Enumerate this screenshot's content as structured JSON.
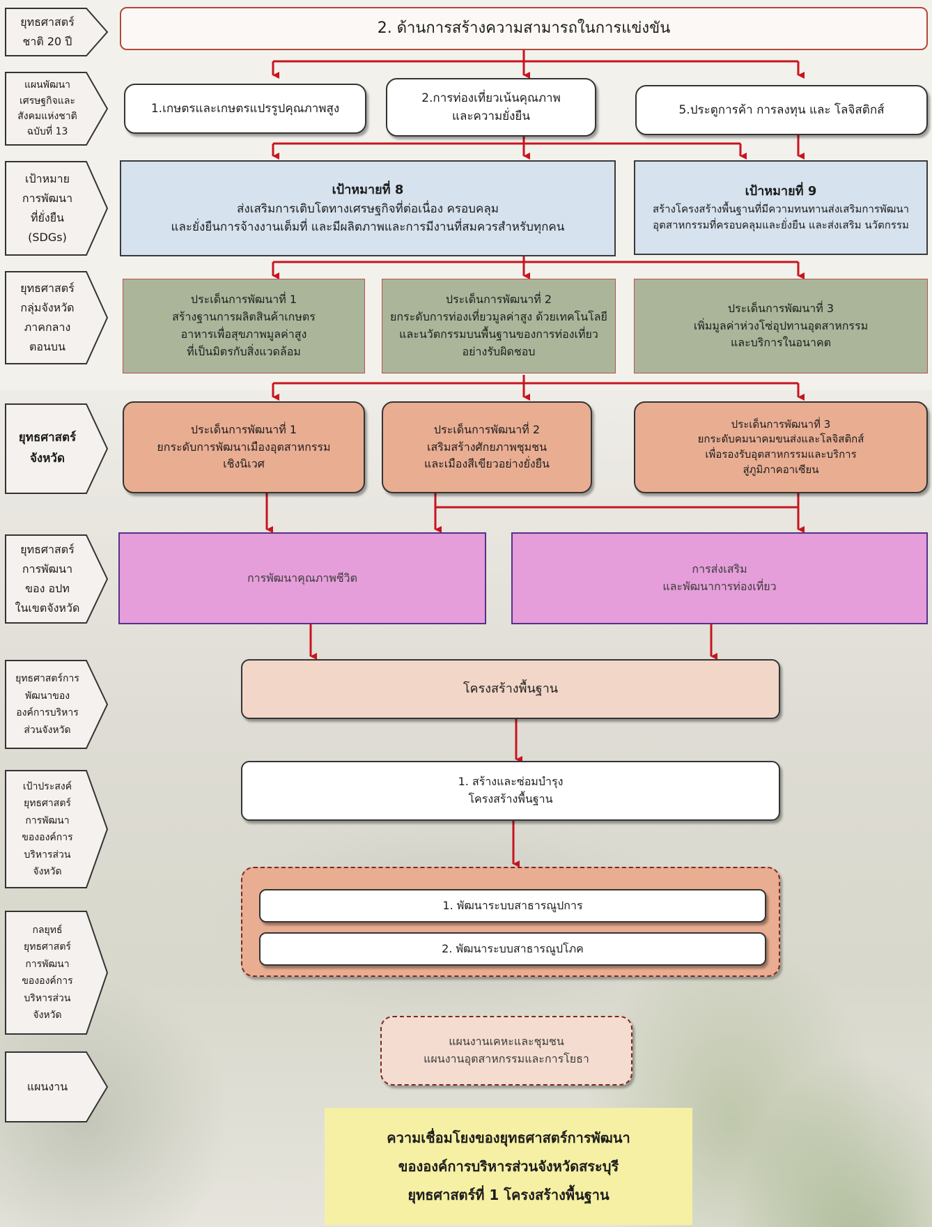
{
  "labels": {
    "national": [
      "ยุทธศาสตร์",
      "ชาติ 20 ปี"
    ],
    "nesdp": [
      "แผนพัฒนา",
      "เศรษฐกิจและ",
      "สังคมแห่งชาติ",
      "ฉบับที่ 13"
    ],
    "sdgs": [
      "เป้าหมาย",
      "การพัฒนา",
      "ที่ยั่งยืน",
      "(SDGs)"
    ],
    "group_province": [
      "ยุทธศาสตร์",
      "กลุ่มจังหวัด",
      "ภาคกลาง",
      "ตอนบน"
    ],
    "province": [
      "ยุทธศาสตร์",
      "จังหวัด"
    ],
    "local_in_province": [
      "ยุทธศาสตร์",
      "การพัฒนา",
      "ของ อปท",
      "ในเขตจังหวัด"
    ],
    "pao_strategy": [
      "ยุทธศาสตร์การ",
      "พัฒนาของ",
      "องค์การบริหาร",
      "ส่วนจังหวัด"
    ],
    "pao_goal": [
      "เป้าประสงค์",
      "ยุทธศาสตร์",
      "การพัฒนา",
      "ขององค์การ",
      "บริหารส่วน",
      "จังหวัด"
    ],
    "pao_tactic": [
      "กลยุทธ์",
      "ยุทธศาสตร์",
      "การพัฒนา",
      "ขององค์การ",
      "บริหารส่วน",
      "จังหวัด"
    ],
    "workplan": [
      "แผนงาน"
    ]
  },
  "national": {
    "title": "2. ด้านการสร้างความสามารถในการแข่งขัน"
  },
  "nesdp": {
    "items": [
      [
        "1.เกษตรและเกษตรแปรรูปคุณภาพสูง"
      ],
      [
        "2.การท่องเที่ยวเน้นคุณภาพ",
        "และความยั่งยืน"
      ],
      [
        "5.ประตูการค้า การลงทุน และ โลจิสติกส์"
      ]
    ]
  },
  "sdgs": {
    "goal8": [
      "เป้าหมายที่ 8",
      "ส่งเสริมการเติบโตทางเศรษฐกิจที่ต่อเนื่อง ครอบคลุม",
      "และยั่งยืนการจ้างงานเต็มที่ และมีผลิตภาพและการมีงานที่สมควรสำหรับทุกคน"
    ],
    "goal9": [
      "เป้าหมายที่ 9",
      "สร้างโครงสร้างพื้นฐานที่มีความทนทานส่งเสริมการพัฒนา",
      "อุตสาหกรรมที่ครอบคลุมและยั่งยืน และส่งเสริม นวัตกรรม"
    ]
  },
  "group_issues": [
    [
      "ประเด็นการพัฒนาที่ 1",
      "สร้างฐานการผลิตสินค้าเกษตร",
      "อาหารเพื่อสุขภาพมูลค่าสูง",
      "ที่เป็นมิตรกับสิ่งแวดล้อม"
    ],
    [
      "ประเด็นการพัฒนาที่ 2",
      "ยกระดับการท่องเที่ยวมูลค่าสูง ด้วยเทคโนโลยี",
      "และนวัตกรรมบนพื้นฐานของการท่องเที่ยว",
      "อย่างรับผิดชอบ"
    ],
    [
      "ประเด็นการพัฒนาที่ 3",
      "เพิ่มมูลค่าห่วงโซ่อุปทานอุตสาหกรรม",
      "และบริการในอนาคต"
    ]
  ],
  "province_issues": [
    [
      "ประเด็นการพัฒนาที่ 1",
      "ยกระดับการพัฒนาเมืองอุตสาหกรรม",
      "เชิงนิเวศ"
    ],
    [
      "ประเด็นการพัฒนาที่ 2",
      "เสริมสร้างศักยภาพชุมชน",
      "และเมืองสีเขียวอย่างยั่งยืน"
    ],
    [
      "ประเด็นการพัฒนาที่ 3",
      "ยกระดับคมนาคมขนส่งและโลจิสติกส์",
      "เพื่อรองรับอุตสาหกรรมและบริการ",
      "สู่ภูมิภาคอาเซียน"
    ]
  ],
  "local": {
    "left": [
      "การพัฒนาคุณภาพชีวิต"
    ],
    "right": [
      "การส่งเสริม",
      "และพัฒนาการท่องเที่ยว"
    ]
  },
  "pao_strategy": {
    "title": "โครงสร้างพื้นฐาน"
  },
  "pao_goal": [
    "1. สร้างและซ่อมบำรุง",
    "โครงสร้างพื้นฐาน"
  ],
  "pao_tactics": [
    "1. พัฒนาระบบสาธารณูปการ",
    "2. พัฒนาระบบสาธารณูปโภค"
  ],
  "workplans": [
    "แผนงานเคหะและชุมชน",
    "แผนงานอุตสาหกรรมและการโยธา"
  ],
  "caption": [
    "ความเชื่อมโยงของยุทธศาสตร์การพัฒนา",
    "ขององค์การบริหารส่วนจังหวัดสระบุรี",
    "ยุทธศาสตร์ที่ 1 โครงสร้างพื้นฐาน"
  ],
  "colors": {
    "arrow": "#c8141e",
    "blue_box": "#d6e2ee",
    "olive_box": "#aab59a",
    "salmon_box": "#e9ad92",
    "pink_box": "#e59ed9",
    "caption_box": "#f6f0a4"
  }
}
